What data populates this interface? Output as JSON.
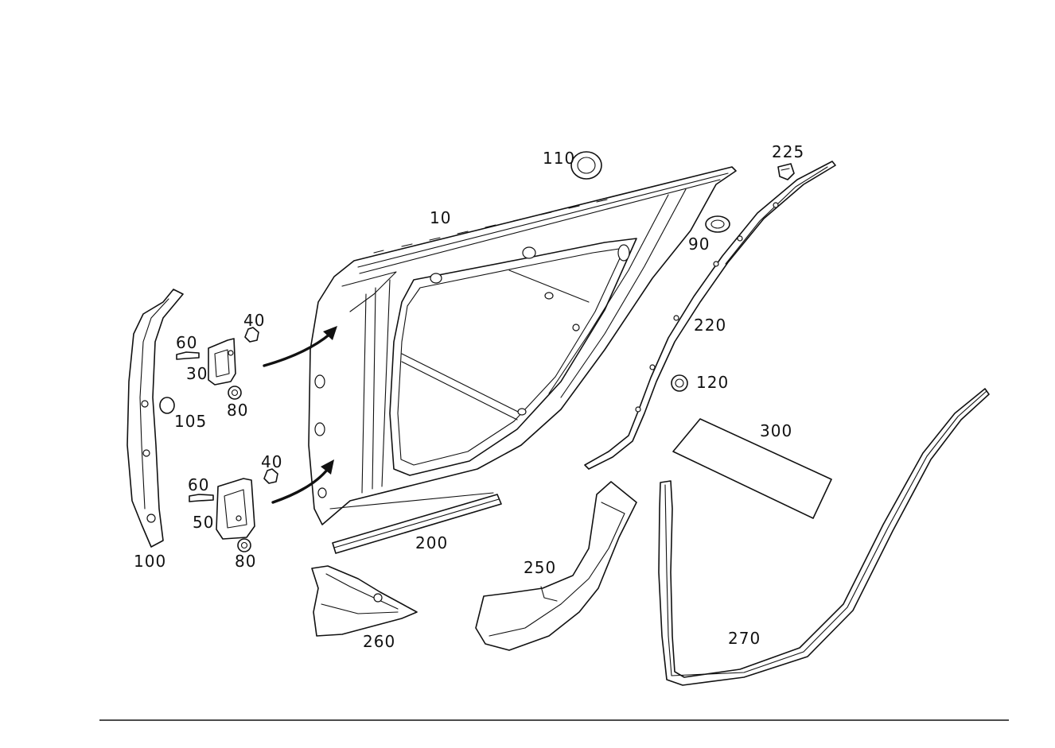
{
  "callouts": {
    "c10": "10",
    "c110": "110",
    "c225": "225",
    "c90": "90",
    "c220": "220",
    "c120": "120",
    "c300": "300",
    "c40_upper": "40",
    "c60_upper": "60",
    "c30": "30",
    "c80_upper": "80",
    "c105": "105",
    "c100": "100",
    "c40_lower": "40",
    "c60_lower": "60",
    "c50": "50",
    "c80_lower": "80",
    "c200": "200",
    "c250": "250",
    "c260": "260",
    "c270": "270"
  },
  "colors": {
    "line": "#111111",
    "background": "#ffffff"
  }
}
